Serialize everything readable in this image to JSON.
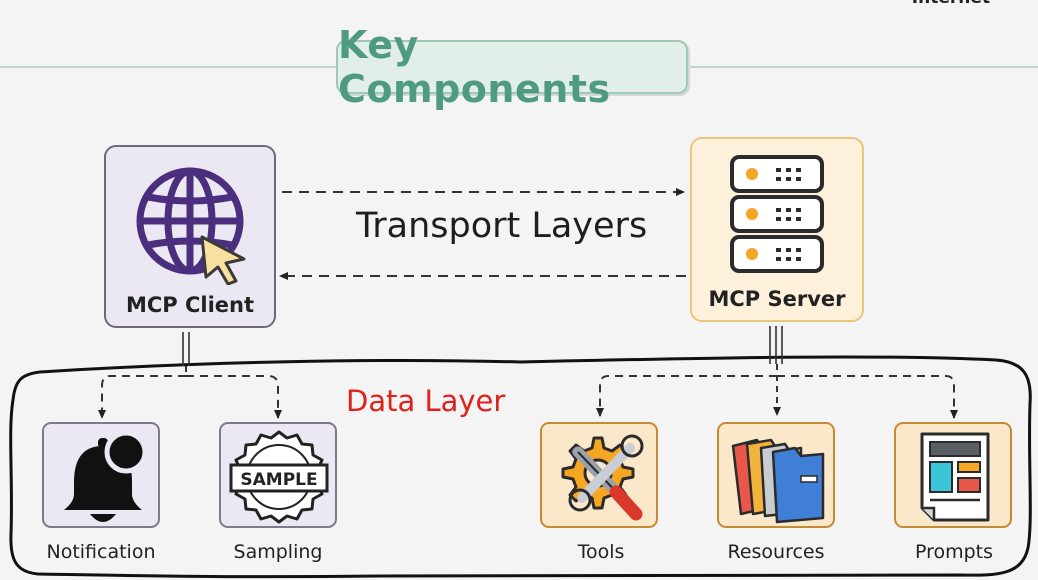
{
  "corner_text": "Internet",
  "title": "Key Components",
  "transport_label": "Transport Layers",
  "data_layer_label": "Data Layer",
  "client": {
    "label": "MCP Client",
    "icon": "globe-cursor-icon"
  },
  "server": {
    "label": "MCP Server",
    "icon": "server-rack-icon"
  },
  "client_children": [
    {
      "label": "Notification",
      "icon": "bell-icon"
    },
    {
      "label": "Sampling",
      "icon": "sample-stamp-icon",
      "stamp_text": "SAMPLE"
    }
  ],
  "server_children": [
    {
      "label": "Tools",
      "icon": "tools-icon"
    },
    {
      "label": "Resources",
      "icon": "folders-icon"
    },
    {
      "label": "Prompts",
      "icon": "prompt-template-icon"
    }
  ],
  "colors": {
    "title_text": "#4f9b82",
    "title_fill": "#e2efe8",
    "client_fill": "#ebe8f3",
    "server_fill": "#fdf1dc",
    "server_border": "#e8c67c",
    "accent_orange": "#f5a623",
    "data_layer_text": "#e0201b",
    "globe_purple": "#4b2f7e"
  }
}
